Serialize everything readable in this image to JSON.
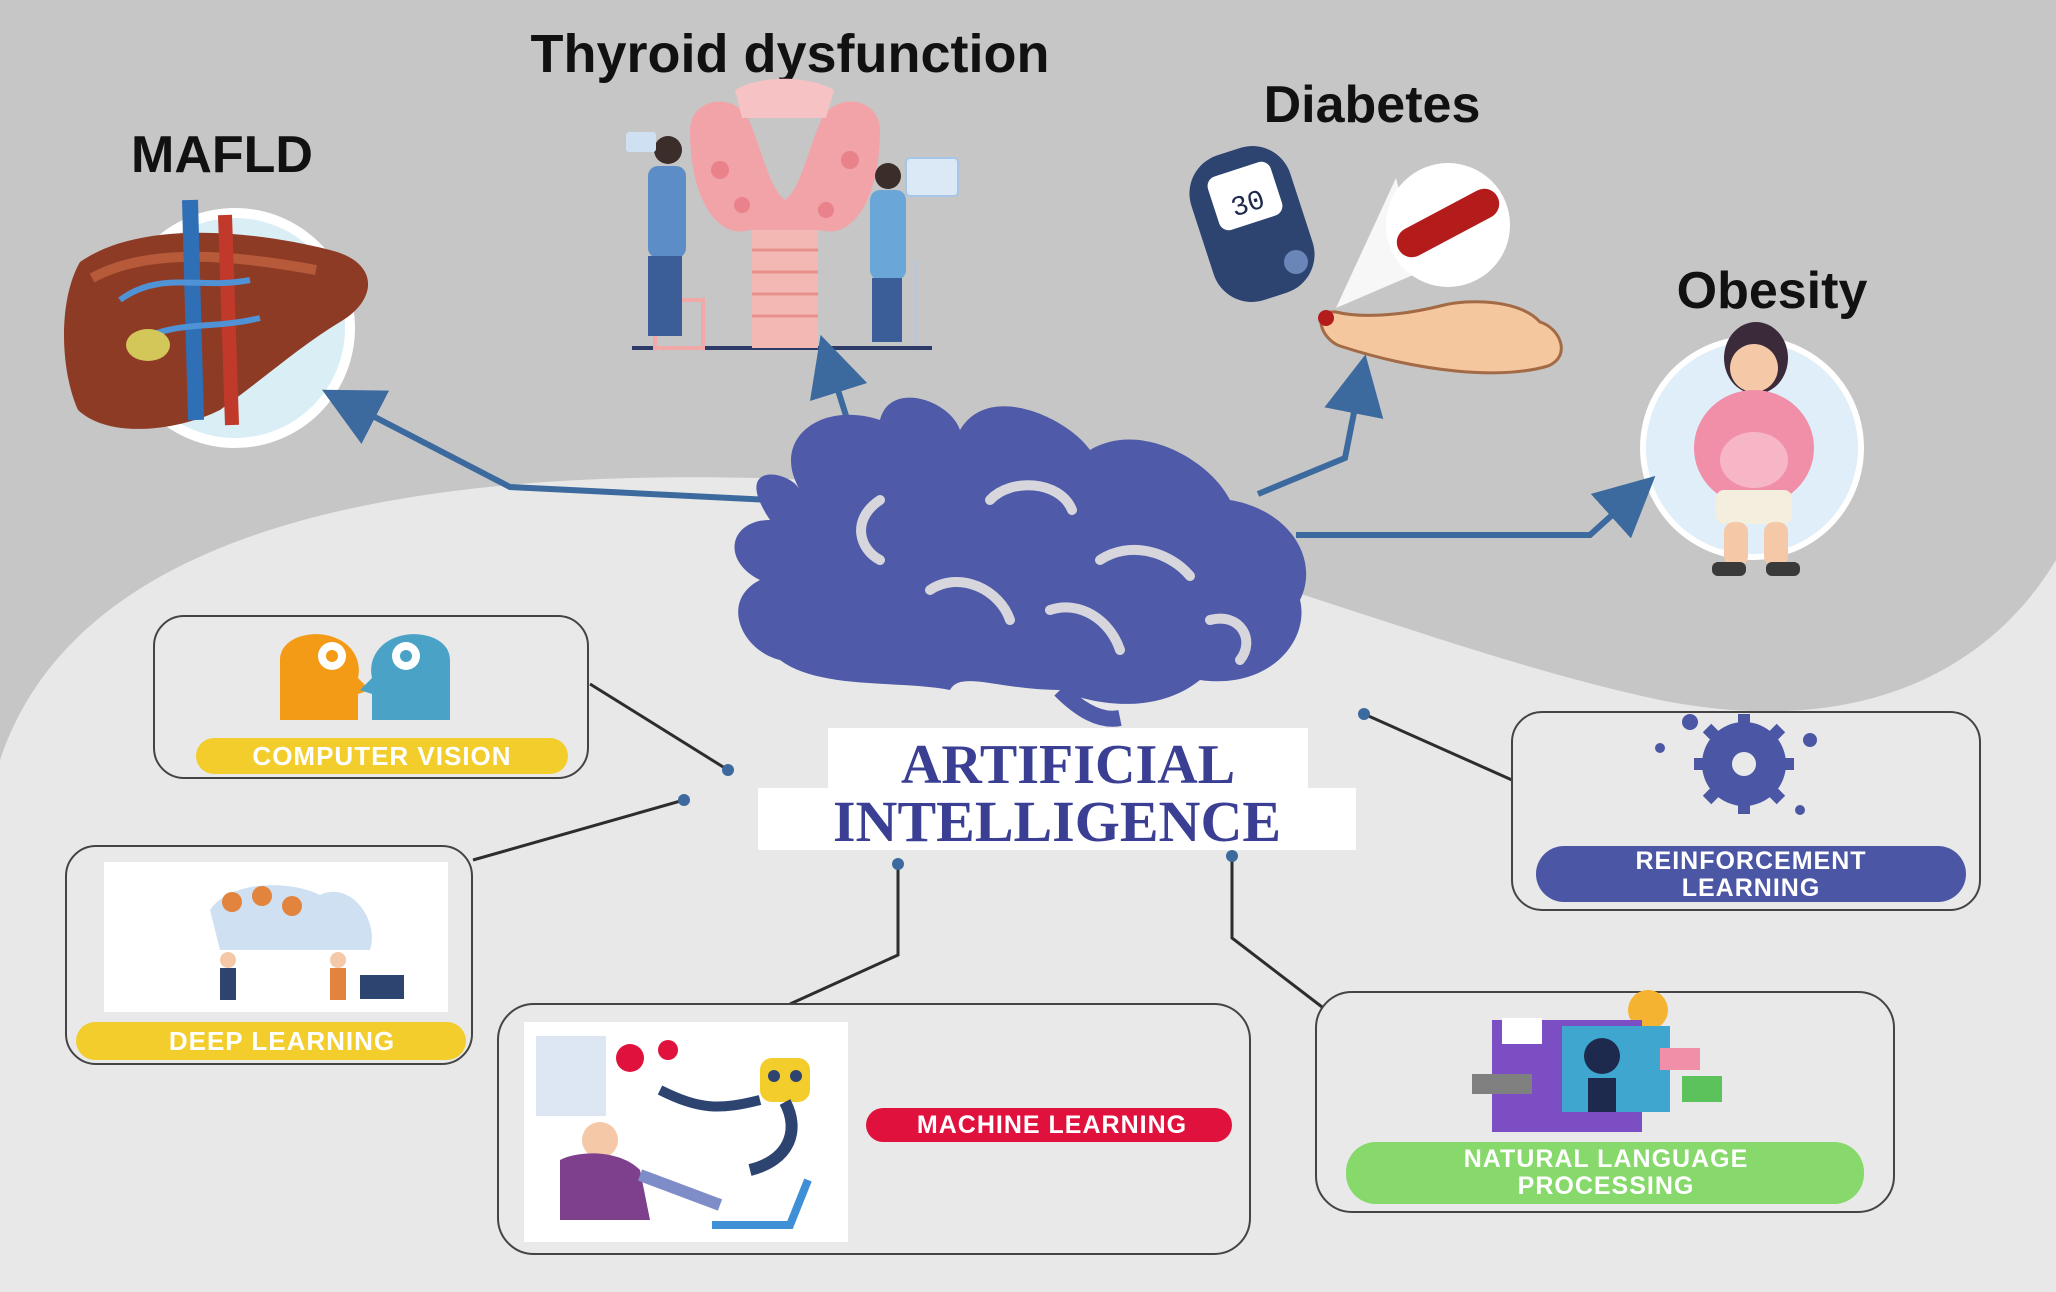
{
  "title": {
    "line1": "ARTIFICIAL",
    "line2": "INTELLIGENCE"
  },
  "diseases": {
    "mafld": "MAFLD",
    "thyroid": "Thyroid dysfunction",
    "diabetes": "Diabetes",
    "glucometer_reading": "30",
    "obesity": "Obesity"
  },
  "techniques": {
    "computer_vision": "COMPUTER VISION",
    "deep_learning": "DEEP LEARNING",
    "machine_learning": "MACHINE LEARNING",
    "nlp_line1": "NATURAL LANGUAGE",
    "nlp_line2": "PROCESSING",
    "rl_line1": "REINFORCEMENT",
    "rl_line2": "LEARNING"
  },
  "colors": {
    "brain": "#4f5aa8",
    "arrow": "#3d6a9e",
    "pill_yellow": "#f2cd2c",
    "pill_red": "#e0123d",
    "pill_green": "#86d96a",
    "pill_blue": "#4b57a5",
    "bg_top": "#c7c7c7",
    "bg_bottom": "#e9e9e9"
  }
}
